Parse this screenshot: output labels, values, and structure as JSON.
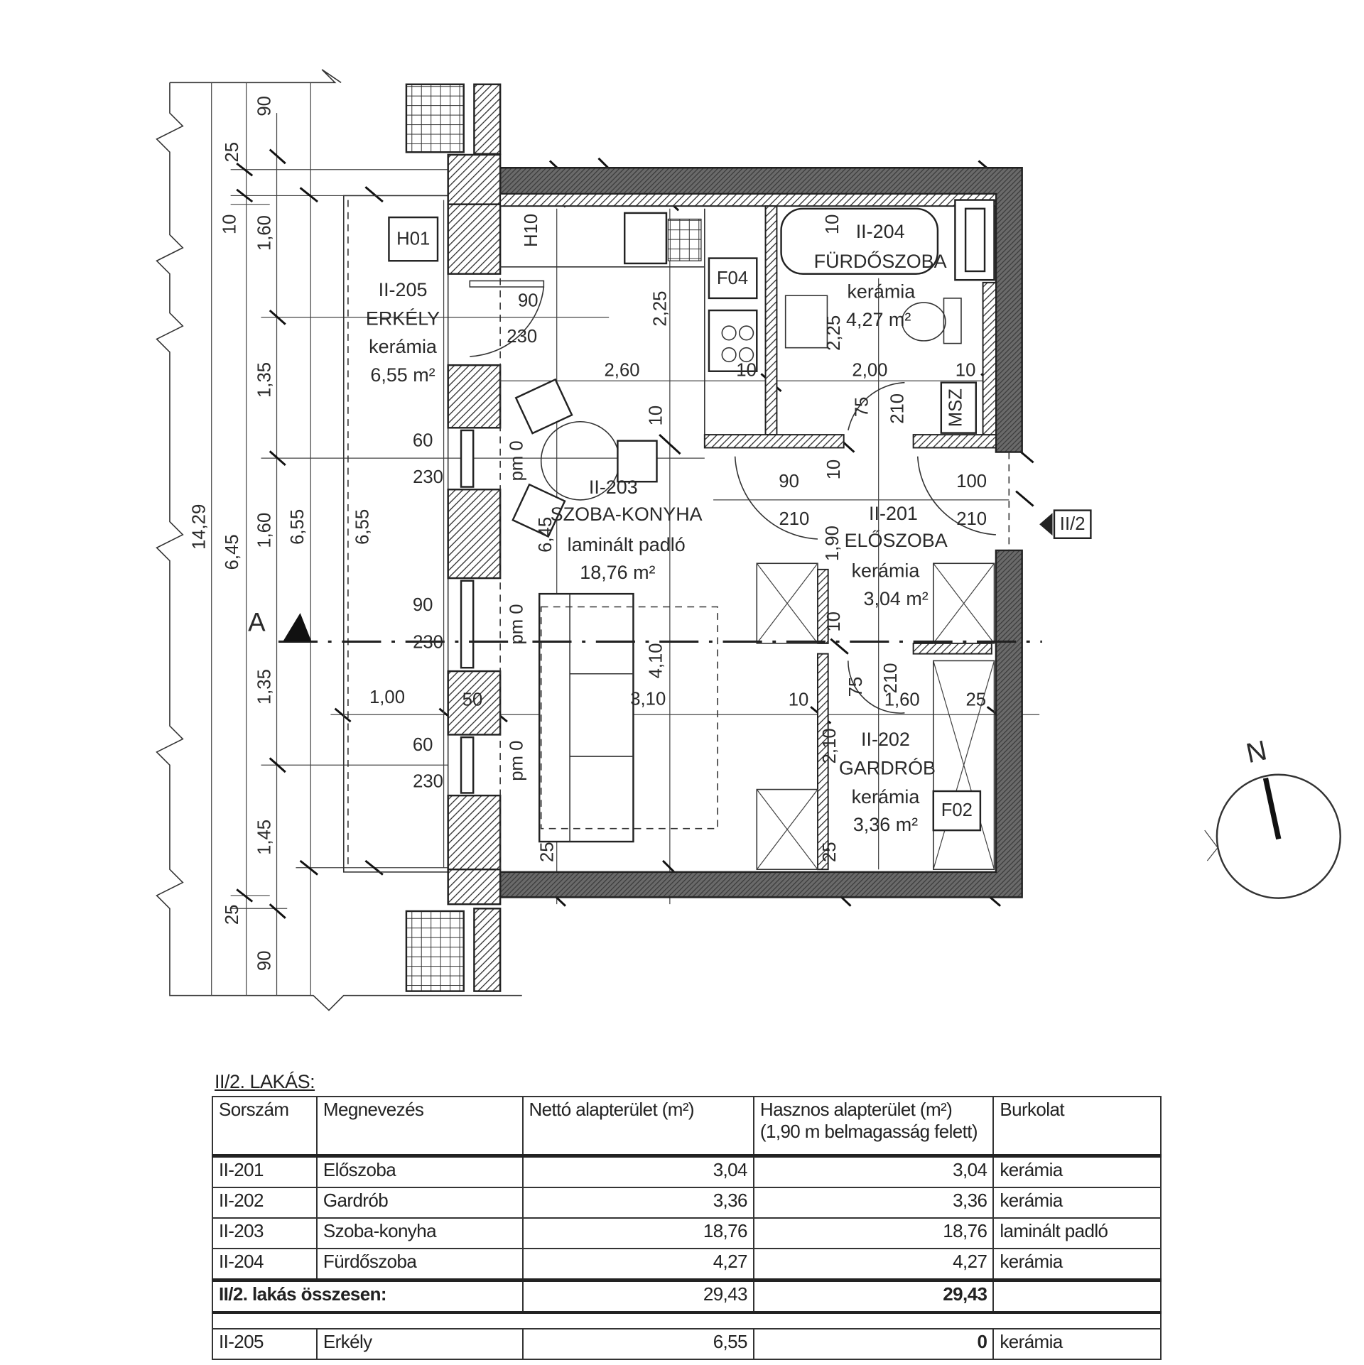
{
  "plan": {
    "left_dims": [
      "90",
      "25",
      "10",
      "1,60",
      "1,35",
      "14,29",
      "6,45",
      "1,60",
      "6,55",
      "6,55",
      "1,35",
      "1,45",
      "25",
      "90"
    ],
    "section_marker": "A",
    "balcony": {
      "tag": "H01",
      "id": "II-205",
      "name": "ERKÉLY",
      "floor": "kerámia",
      "area": "6,55 m²"
    },
    "window_dims": [
      "60",
      "230",
      "90",
      "230",
      "1,00",
      "50",
      "60",
      "230"
    ],
    "pm_labels": [
      "pm 0",
      "pm 0",
      "pm 0"
    ],
    "living_dims": [
      "90",
      "230",
      "H10",
      "2,25",
      "2,60",
      "10",
      "10",
      "6,45",
      "4,10",
      "3,10",
      "25"
    ],
    "fixtures": {
      "f04": "F04",
      "f02": "F02",
      "msz": "MSZ"
    },
    "living": {
      "id": "II-203",
      "name": "SZOBA-KONYHA",
      "floor": "laminált padló",
      "area": "18,76 m²"
    },
    "bath": {
      "id": "II-204",
      "name": "FÜRDŐSZOBA",
      "floor": "kerámia",
      "area": "4,27 m²"
    },
    "bath_dims": [
      "10",
      "2,25",
      "2,00",
      "10",
      "75",
      "210"
    ],
    "hall": {
      "id": "II-201",
      "name": "ELŐSZOBA",
      "floor": "kerámia",
      "area": "3,04 m²"
    },
    "hall_dims": [
      "90",
      "210",
      "10",
      "1,90",
      "100",
      "210"
    ],
    "entrance_tag": "II/2",
    "wardrobe": {
      "id": "II-202",
      "name": "GARDRÓB",
      "floor": "kerámia",
      "area": "3,36 m²"
    },
    "wardrobe_dims": [
      "10",
      "75",
      "210",
      "1,60",
      "25",
      "10",
      "2,10",
      "25"
    ],
    "compass": "N"
  },
  "table": {
    "title": "II/2. LAKÁS:",
    "headers": [
      "Sorszám",
      "Megnevezés",
      "Nettó alapterület (m²)",
      "Hasznos alapterület (m²)",
      "(1,90 m belmagasság felett)",
      "Burkolat"
    ],
    "rows": [
      [
        "II-201",
        "Előszoba",
        "3,04",
        "3,04",
        "kerámia"
      ],
      [
        "II-202",
        "Gardrób",
        "3,36",
        "3,36",
        "kerámia"
      ],
      [
        "II-203",
        "Szoba-konyha",
        "18,76",
        "18,76",
        "laminált padló"
      ],
      [
        "II-204",
        "Fürdőszoba",
        "4,27",
        "4,27",
        "kerámia"
      ]
    ],
    "total": {
      "label": "II/2. lakás összesen:",
      "net": "29,43",
      "useful": "29,43"
    },
    "balcony_row": [
      "II-205",
      "Erkély",
      "6,55",
      "0",
      "kerámia"
    ]
  }
}
